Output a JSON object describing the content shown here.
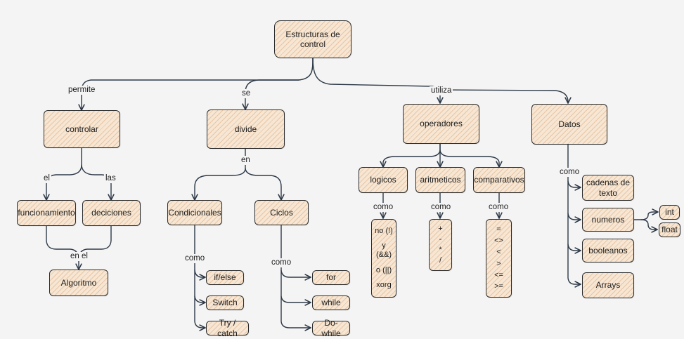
{
  "root": "Estructuras de control",
  "edge_labels": {
    "permite": "permite",
    "se": "se",
    "utiliza": "utiliza",
    "el": "el",
    "las": "las",
    "en_el": "en el",
    "en": "en",
    "como": "como"
  },
  "left": {
    "controlar": "controlar",
    "funcionamiento": "funcionamiento",
    "deciciones": "deciciones",
    "algoritmo": "Algoritmo"
  },
  "middle": {
    "divide": "divide",
    "condicionales": "Condicionales",
    "ciclos": "Ciclos",
    "cond_items": [
      "if/else",
      "Switch",
      "Try / catch"
    ],
    "ciclo_items": [
      "for",
      "while",
      "Do-while"
    ]
  },
  "operadores": {
    "title": "operadores",
    "logicos": "logicos",
    "aritmeticos": "aritmeticos",
    "comparativos": "comparativos",
    "logicos_items": [
      "no (!)",
      "y (&&)",
      "o (||)",
      "xorg"
    ],
    "aritmeticos_items": [
      "+",
      "-",
      "*",
      "/"
    ],
    "comparativos_items": [
      "=",
      "<>",
      "<",
      ">",
      "<=",
      ">="
    ]
  },
  "datos": {
    "title": "Datos",
    "items": [
      "cadenas de texto",
      "numeros",
      "booleanos",
      "Arrays"
    ],
    "numeros_items": [
      "int",
      "float"
    ]
  }
}
